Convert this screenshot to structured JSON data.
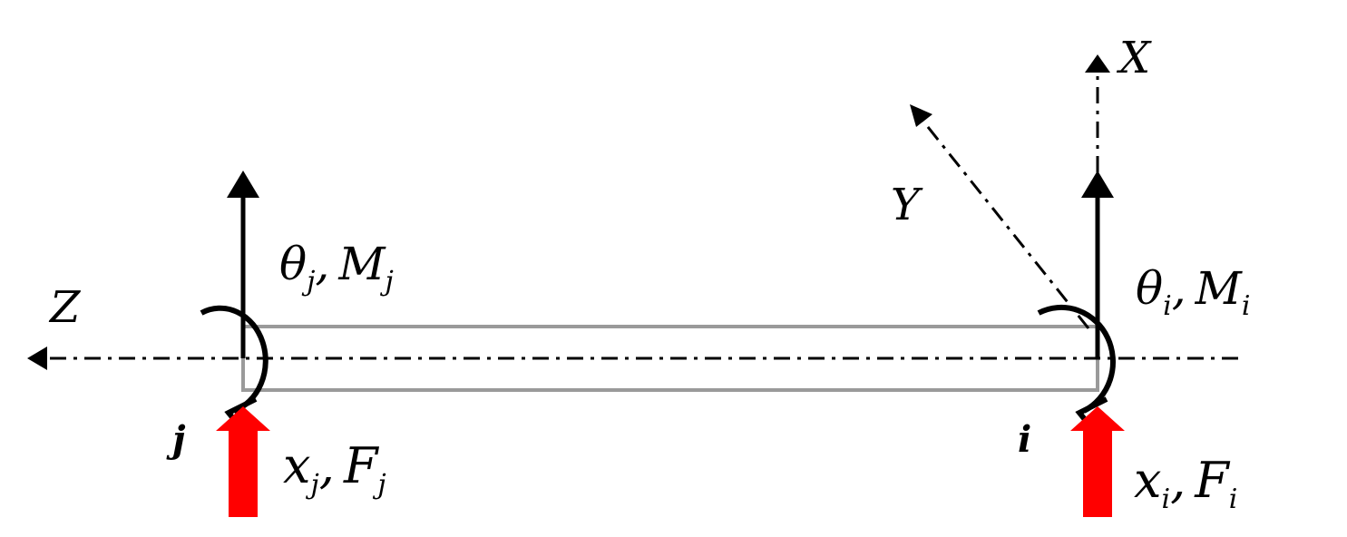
{
  "labels": {
    "axis_x": "X",
    "axis_y": "Y",
    "axis_z": "Z",
    "node_j": "j",
    "node_i": "i",
    "theta_j": {
      "base": "θ",
      "sub": "j",
      "sep": ",",
      "base2": "M",
      "sub2": "j"
    },
    "theta_i": {
      "base": "θ",
      "sub": "i",
      "sep": ",",
      "base2": "M",
      "sub2": "i"
    },
    "force_j": {
      "base": "x",
      "sub": "j",
      "sep": ",",
      "base2": "F",
      "sub2": "j"
    },
    "force_i": {
      "base": "x",
      "sub": "i",
      "sep": ",",
      "base2": "F",
      "sub2": "i"
    }
  },
  "colors": {
    "force_arrow": "#ff0000",
    "beam_outline": "#9a9a9a",
    "ink": "#000000"
  }
}
